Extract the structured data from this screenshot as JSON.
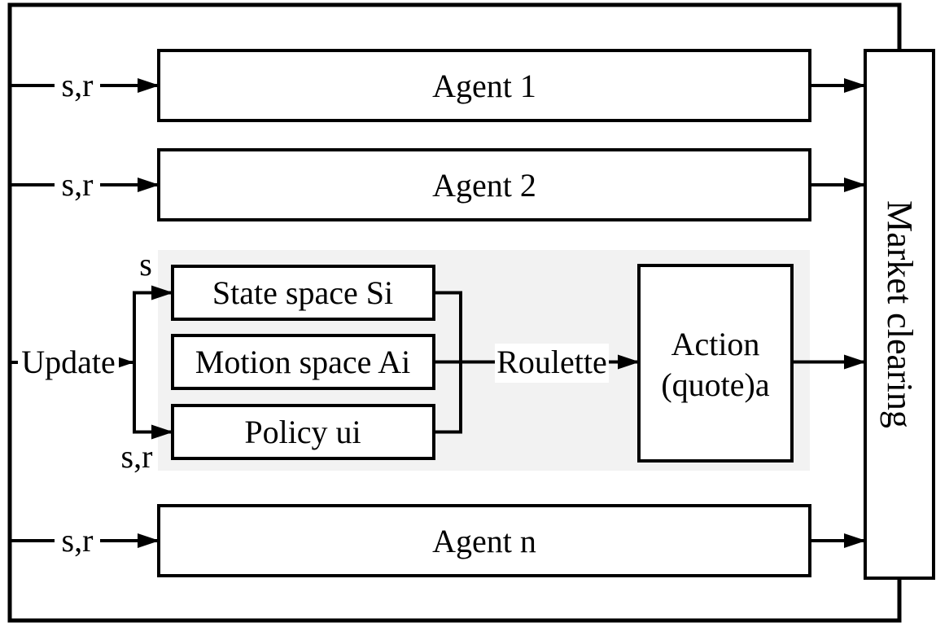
{
  "agents": {
    "items": [
      {
        "label": "Agent 1",
        "input_label": "s,r"
      },
      {
        "label": "Agent 2",
        "input_label": "s,r"
      },
      {
        "label": "Agent n",
        "input_label": "s,r"
      }
    ]
  },
  "learning_module": {
    "update_label": "Update",
    "state_input_label": "s",
    "policy_input_label": "s,r",
    "state_space_label": "State space Si",
    "motion_space_label": "Motion space Ai",
    "policy_label": "Policy ui",
    "roulette_label": "Roulette",
    "action_label_line1": "Action",
    "action_label_line2": "(quote)a"
  },
  "market": {
    "label": "Market clearing"
  },
  "colors": {
    "line": "#000000",
    "panel_bg": "#f2f2f2",
    "box_bg": "#ffffff"
  }
}
